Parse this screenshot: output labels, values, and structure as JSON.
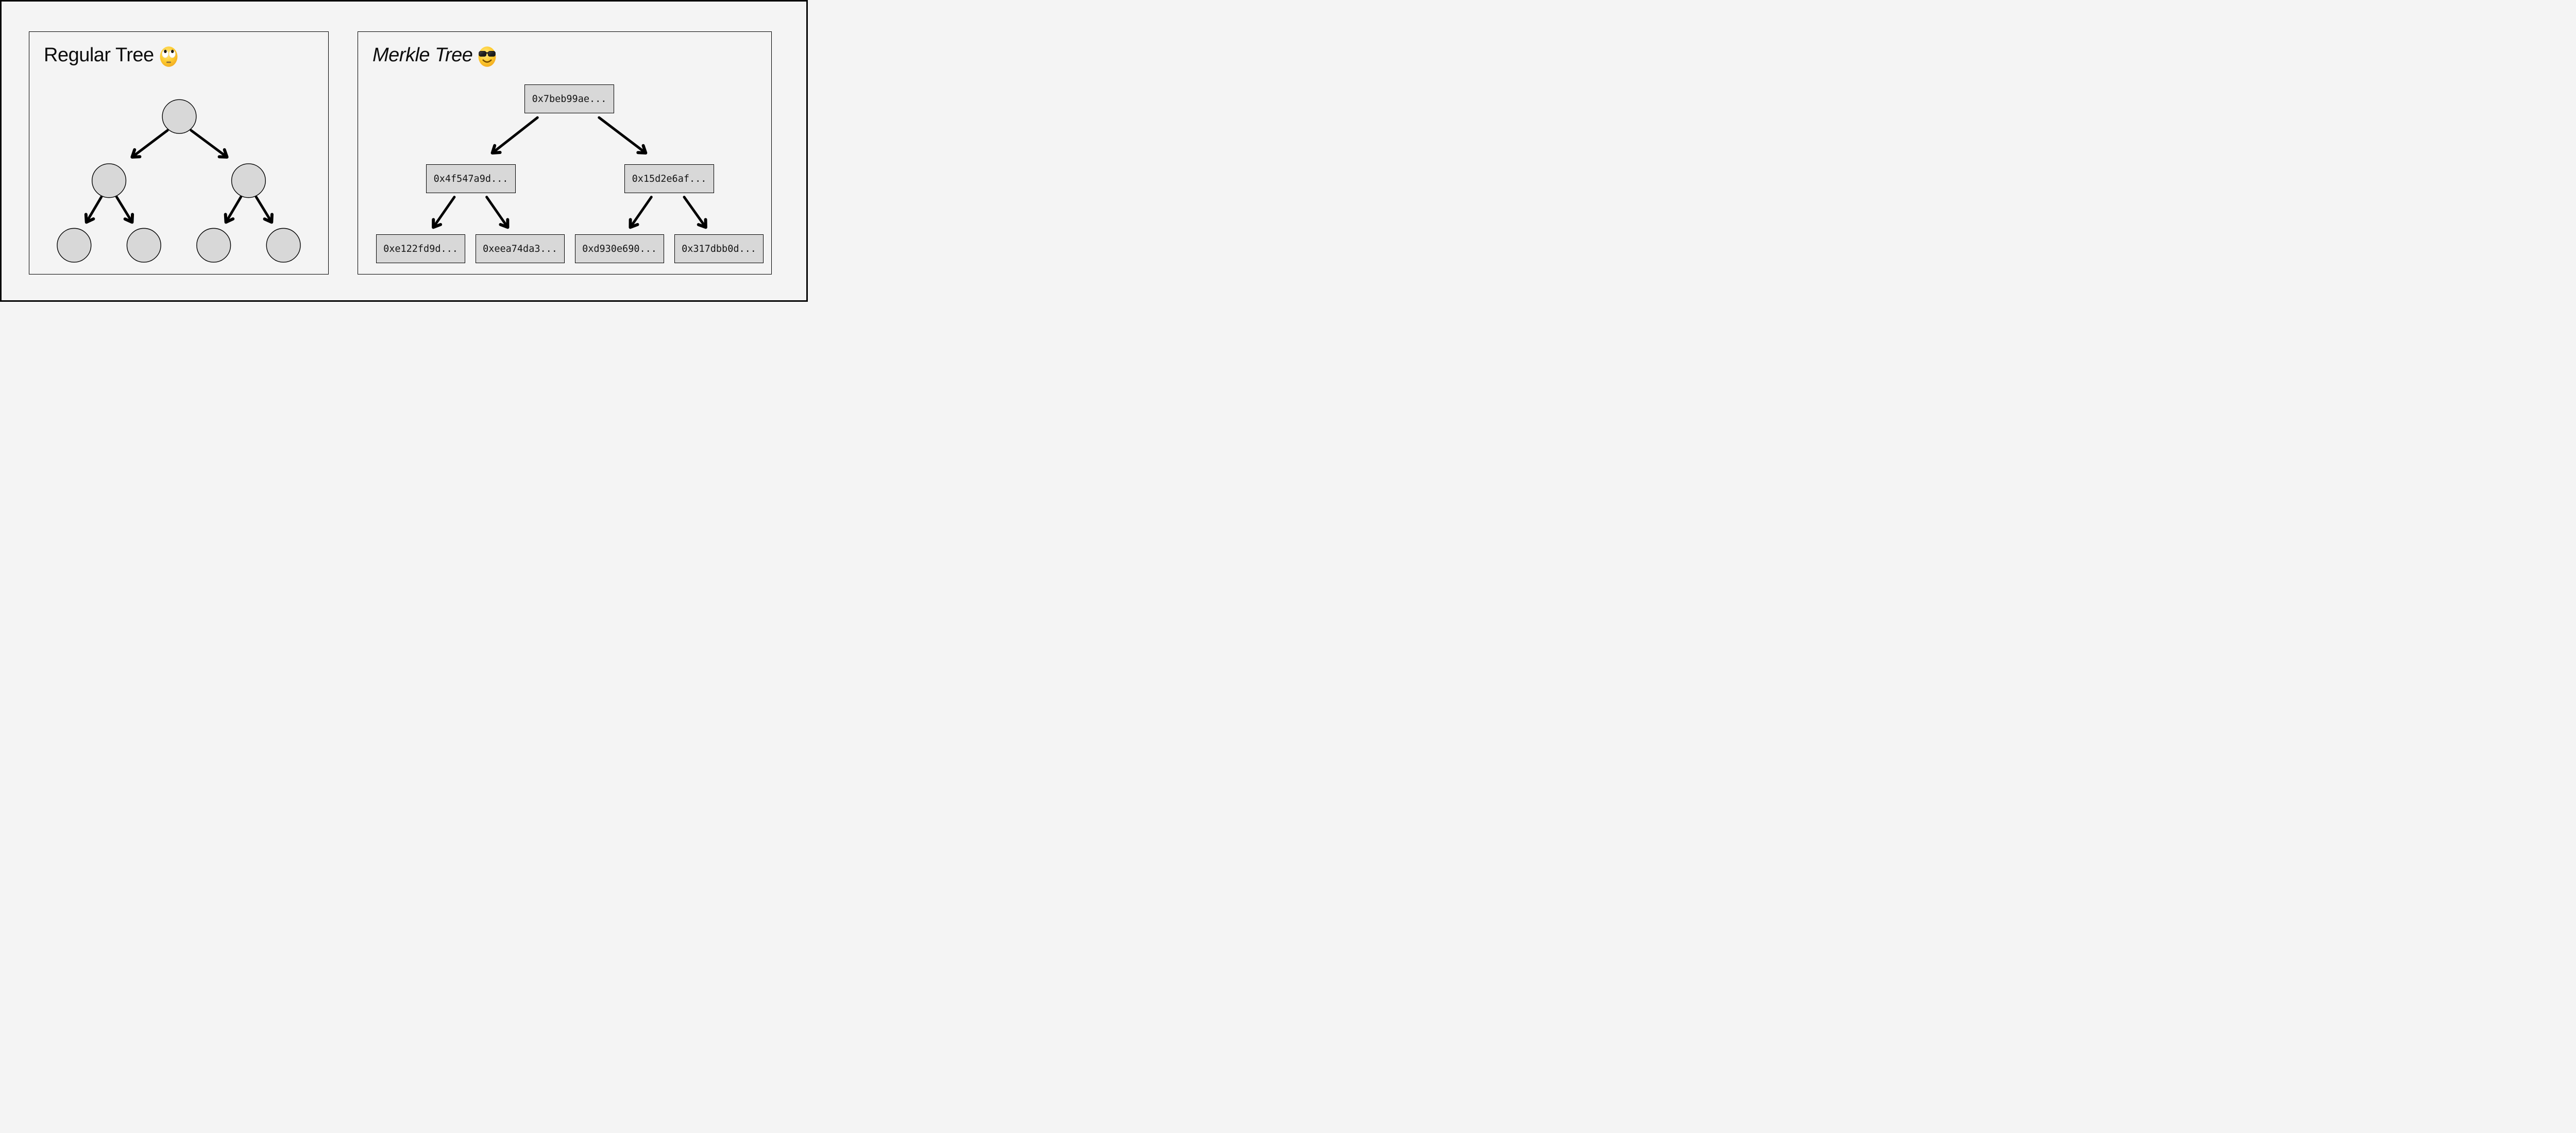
{
  "canvas": {
    "background_color": "#f4f4f4",
    "frame_border_color": "#000000",
    "node_fill_color": "#d8d8d8"
  },
  "left_panel": {
    "title": "Regular Tree",
    "emoji": "face-with-rolling-eyes",
    "node_shape": "circle",
    "node_count": 7,
    "levels": [
      1,
      2,
      4
    ]
  },
  "right_panel": {
    "title": "Merkle Tree",
    "emoji": "smiling-face-with-sunglasses",
    "node_shape": "rectangle",
    "nodes": {
      "root": "0x7beb99ae...",
      "level1": [
        "0x4f547a9d...",
        "0x15d2e6af..."
      ],
      "leaves": [
        "0xe122fd9d...",
        "0xeea74da3...",
        "0xd930e690...",
        "0x317dbb0d..."
      ]
    }
  }
}
